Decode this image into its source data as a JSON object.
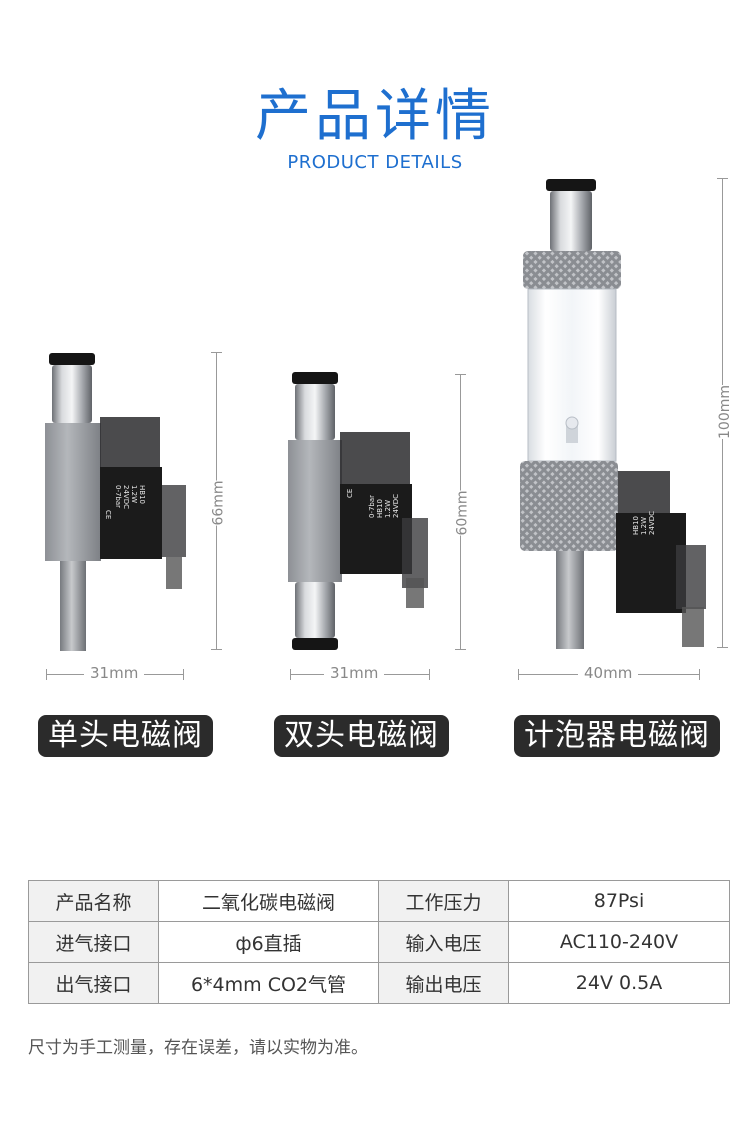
{
  "header": {
    "title": "产品详情",
    "subtitle": "PRODUCT DETAILS"
  },
  "products": [
    {
      "name": "单头电磁阀",
      "height_label": "66mm",
      "width_label": "31mm"
    },
    {
      "name": "双头电磁阀",
      "height_label": "60mm",
      "width_label": "31mm"
    },
    {
      "name": "计泡器电磁阀",
      "height_label": "100mm",
      "width_label": "40mm"
    }
  ],
  "label_print": {
    "model": "HB10",
    "power": "1.2W",
    "voltage": "24VDC",
    "pressure": "0-7bar",
    "ce": "CE"
  },
  "specs": {
    "rows": [
      [
        "产品名称",
        "二氧化碳电磁阀",
        "工作压力",
        "87Psi"
      ],
      [
        "进气接口",
        "ф6直插",
        "输入电压",
        "AC110-240V"
      ],
      [
        "出气接口",
        "6*4mm CO2气管",
        "输出电压",
        "24V 0.5A"
      ]
    ]
  },
  "note": "尺寸为手工测量，存在误差，请以实物为准。",
  "colors": {
    "accent": "#1e6fcf",
    "badge_bg": "#2b2b2b",
    "metal": "#a9acb1",
    "table_border": "#9a9a9a"
  }
}
